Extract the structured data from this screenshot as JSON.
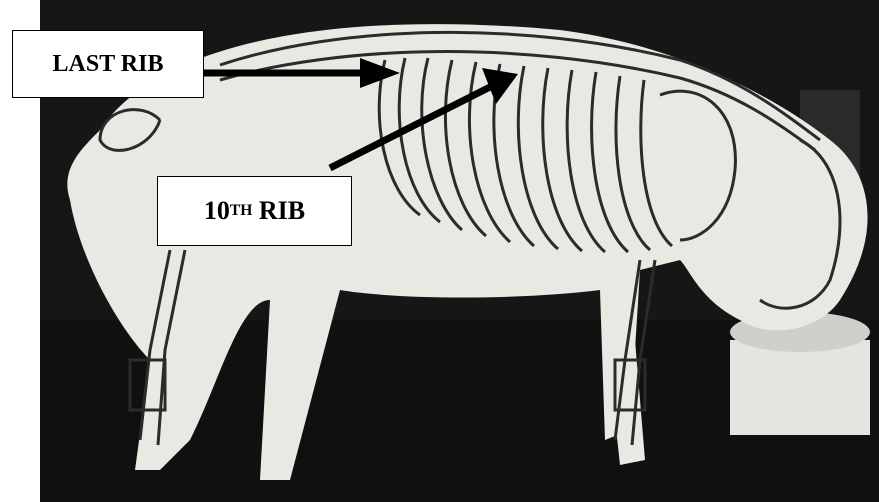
{
  "labels": {
    "last_rib": "LAST RIB",
    "tenth_rib_number": "10",
    "tenth_rib_superscript": "TH",
    "tenth_rib_word": "RIB"
  },
  "colors": {
    "photo_background": "#1a1a1a",
    "pig_body": "#e9e9e4",
    "skeleton_lines": "#2b2b2b",
    "arrow": "#000000",
    "label_background": "#ffffff"
  }
}
